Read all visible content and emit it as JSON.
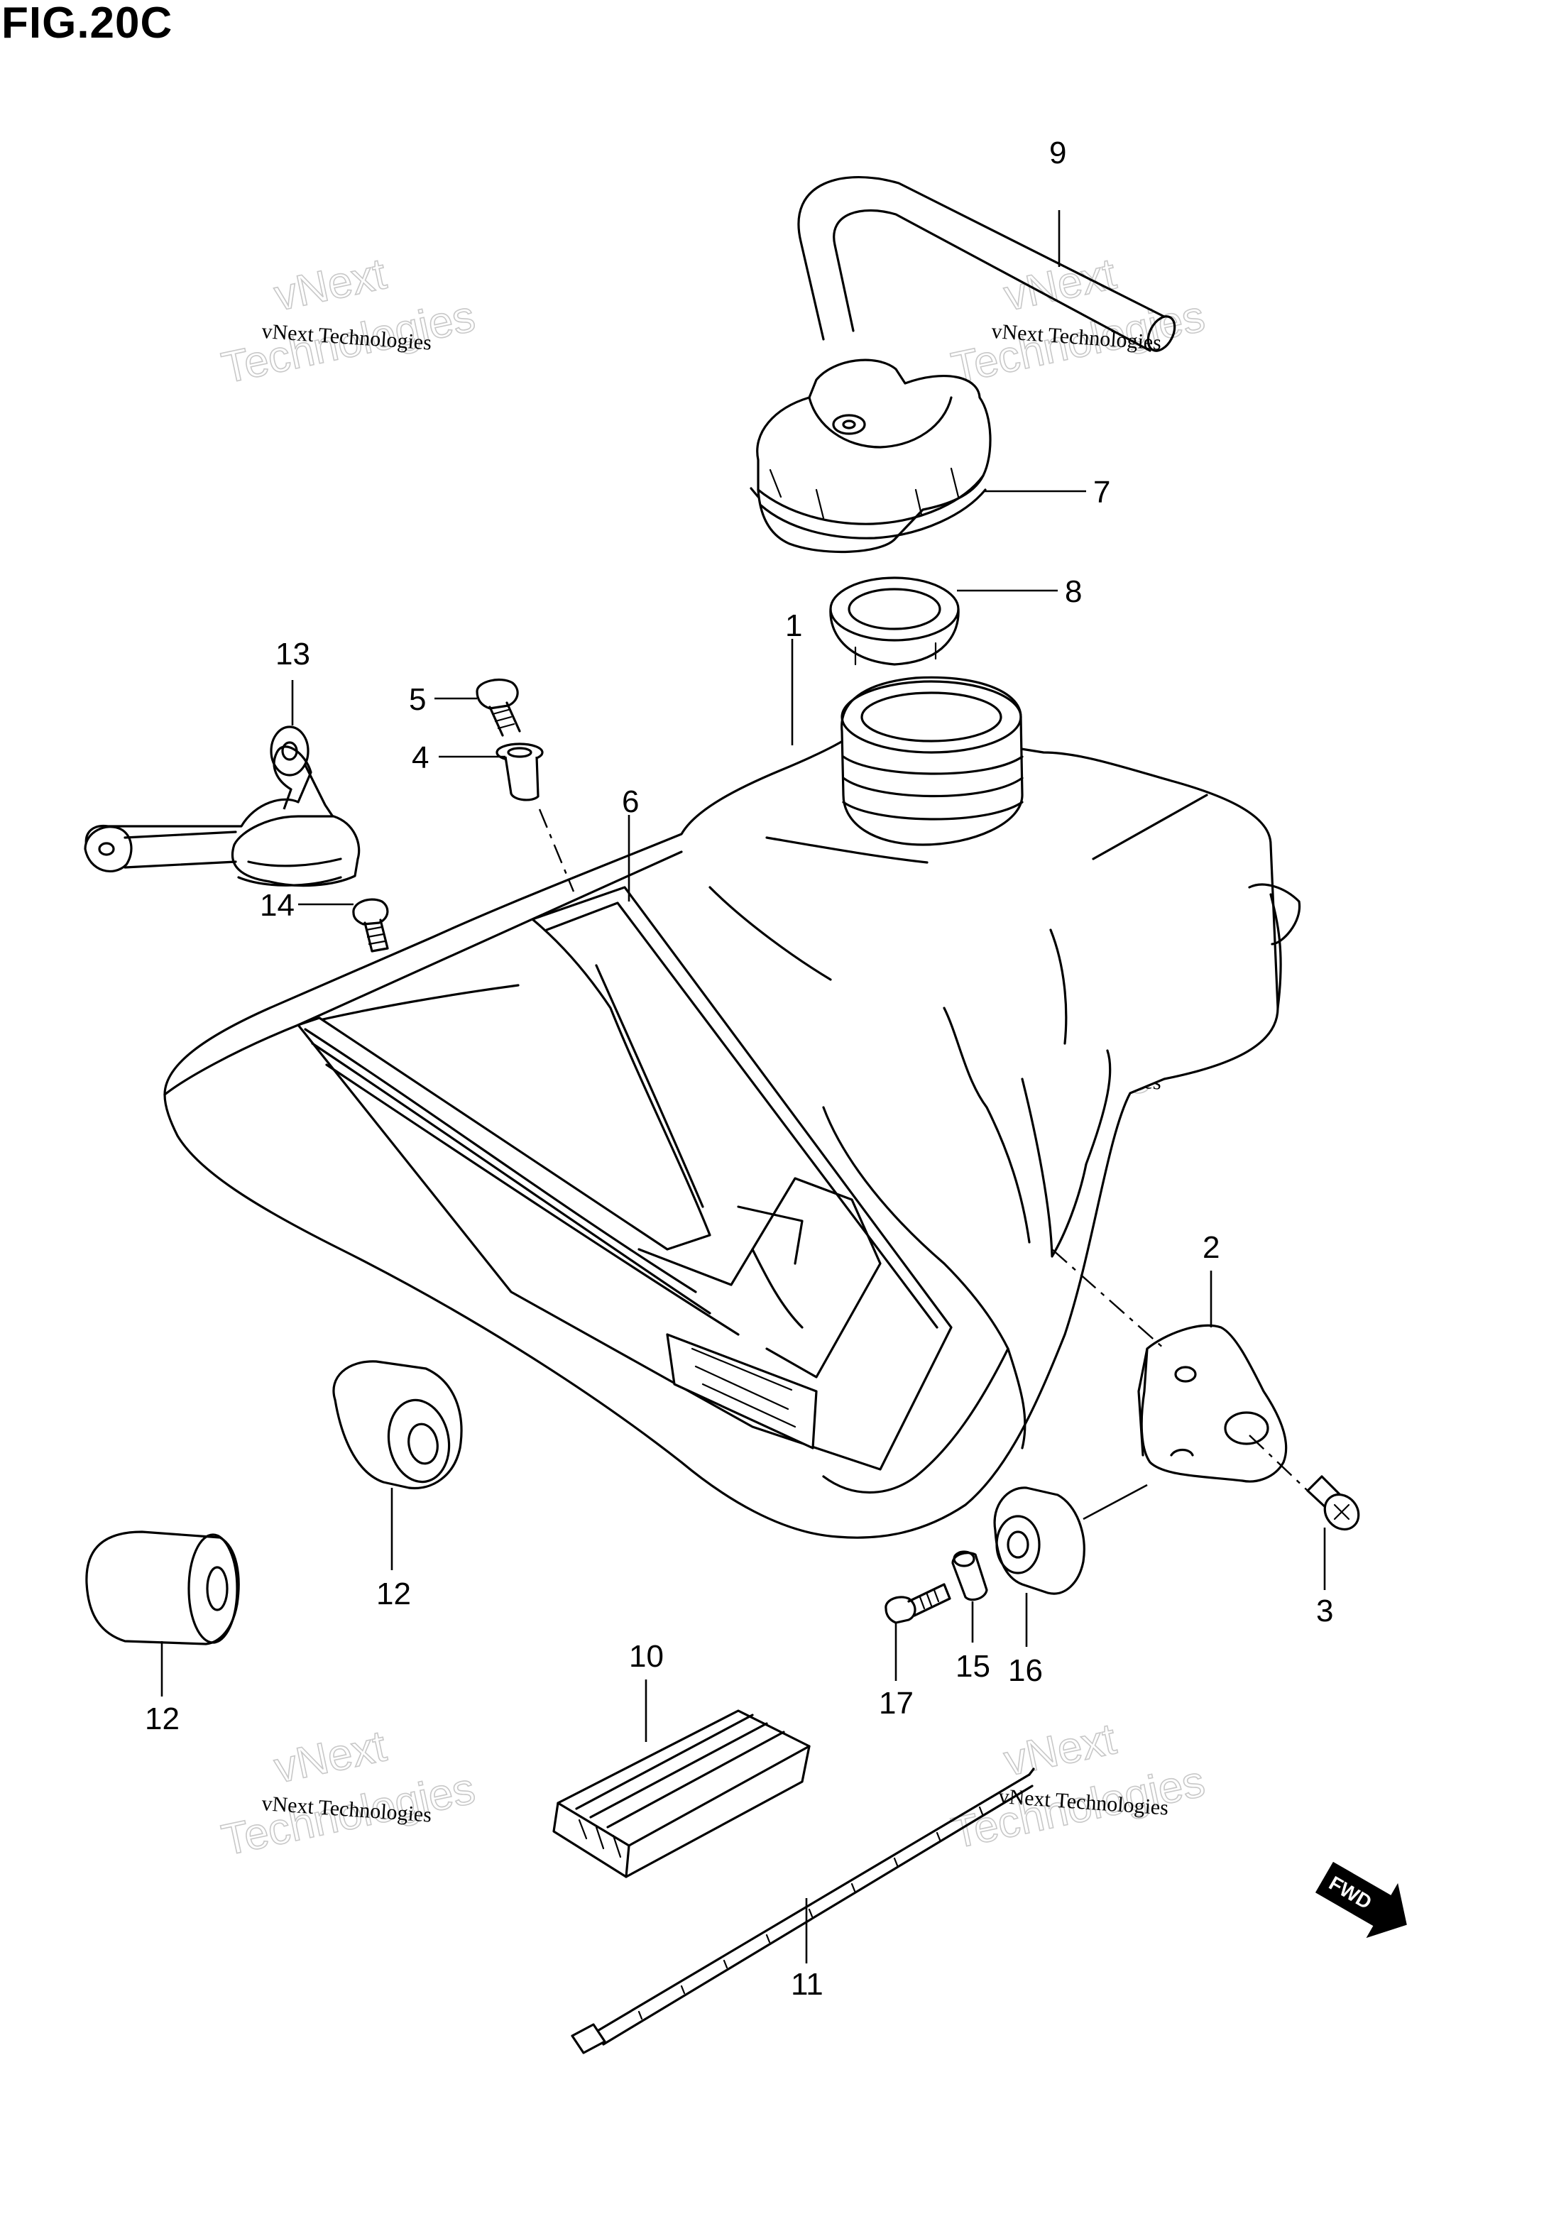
{
  "figure": {
    "title": "FIG.20C"
  },
  "callouts": [
    "9",
    "7",
    "8",
    "1",
    "13",
    "5",
    "4",
    "6",
    "14",
    "2",
    "3",
    "16",
    "15",
    "17",
    "12",
    "12",
    "10",
    "11"
  ],
  "watermark": {
    "line1": "vNext Technologies",
    "line2": "vNext",
    "line3": "Technologies"
  },
  "forward_marker": {
    "label": "FWD"
  },
  "colors": {
    "ink": "#000000",
    "watermark": "#c8c8c8",
    "background": "#ffffff"
  }
}
